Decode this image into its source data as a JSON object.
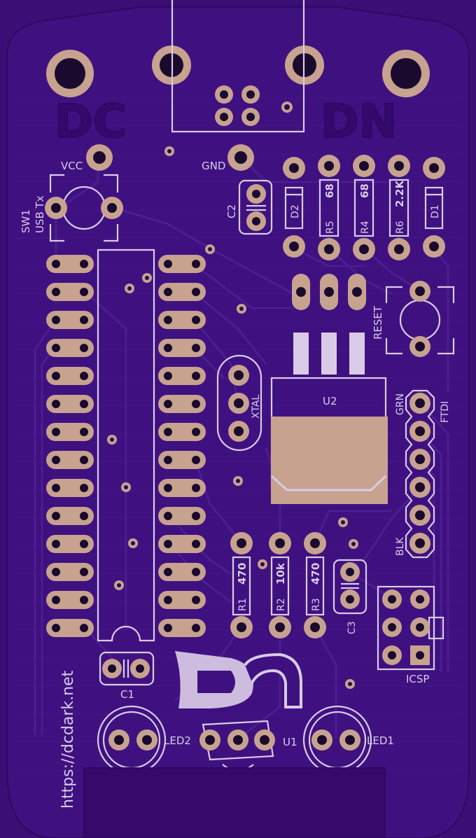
{
  "board": {
    "brand_left": "DC",
    "brand_right": "DN",
    "url": "https://dcdark.net",
    "colors": {
      "soldermask": "#3a0e74",
      "board_outline": "#2c0a5e",
      "copper": "#c7a28f",
      "silkscreen": "#d9cbe6",
      "trace": "#4e1e92"
    }
  },
  "labels": {
    "vcc": "VCC",
    "gnd": "GND",
    "sw1": "SW1",
    "usb_tx": "USB Tx",
    "c2": "C2",
    "d2": "D2",
    "r5": "R5",
    "r5_val": "68",
    "r4": "R4",
    "r4_val": "68",
    "r6": "R6",
    "r6_val": "2.2K",
    "d1": "D1",
    "reset": "RESET",
    "xtal": "XTAL",
    "u2": "U2",
    "grn": "GRN",
    "ftdi": "FTDI",
    "blk": "BLK",
    "r1": "R1",
    "r1_val": "470",
    "r2": "R2",
    "r2_val": "10k",
    "r3": "R3",
    "r3_val": "470",
    "c3": "C3",
    "icsp": "ICSP",
    "c1": "C1",
    "led2": "LED2",
    "u1": "U1",
    "led1": "LED1"
  }
}
